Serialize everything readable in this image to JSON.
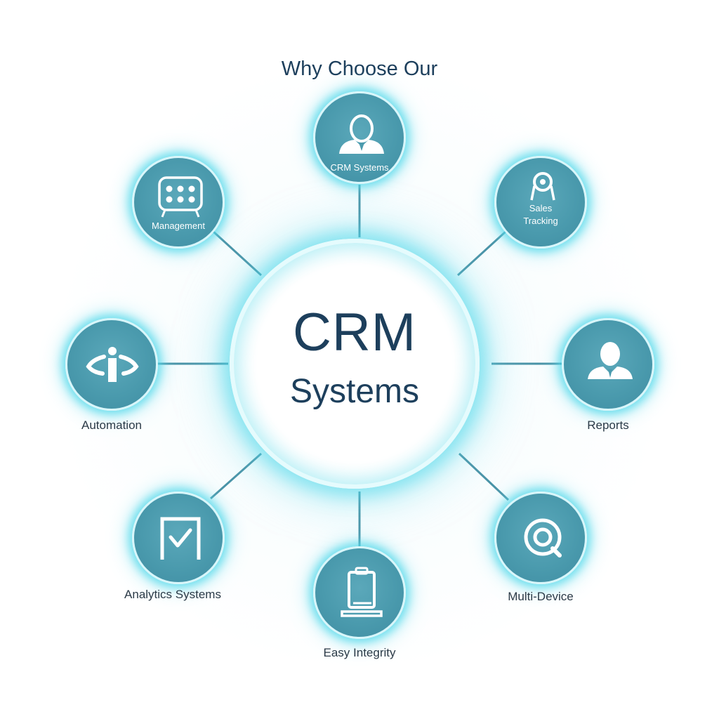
{
  "title": "Why Choose Our",
  "hub": {
    "line1": "CRM",
    "line2": "Systems"
  },
  "colors": {
    "node_fill": "#4a9aad",
    "glow": "#46d6e8",
    "text_dark": "#1d3f5c",
    "line": "#4a93a7"
  },
  "nodes": {
    "top": {
      "icon": "person-icon",
      "inner_label": "CRM Systems"
    },
    "top_left": {
      "icon": "dashboard-grid-icon",
      "inner_label": "Management"
    },
    "top_right": {
      "icon": "location-pin-icon",
      "inner_label_line1": "Sales",
      "inner_label_line2": "Tracking"
    },
    "left": {
      "icon": "gesture-person-icon",
      "outer_label": "Automation"
    },
    "right": {
      "icon": "person-icon",
      "outer_label": "Reports"
    },
    "bottom_left": {
      "icon": "checkbox-icon",
      "outer_label": "Analytics Systems"
    },
    "bottom": {
      "icon": "clipboard-device-icon",
      "outer_label": "Easy Integrity"
    },
    "bottom_right": {
      "icon": "search-target-icon",
      "outer_label": "Multi-Device"
    }
  }
}
